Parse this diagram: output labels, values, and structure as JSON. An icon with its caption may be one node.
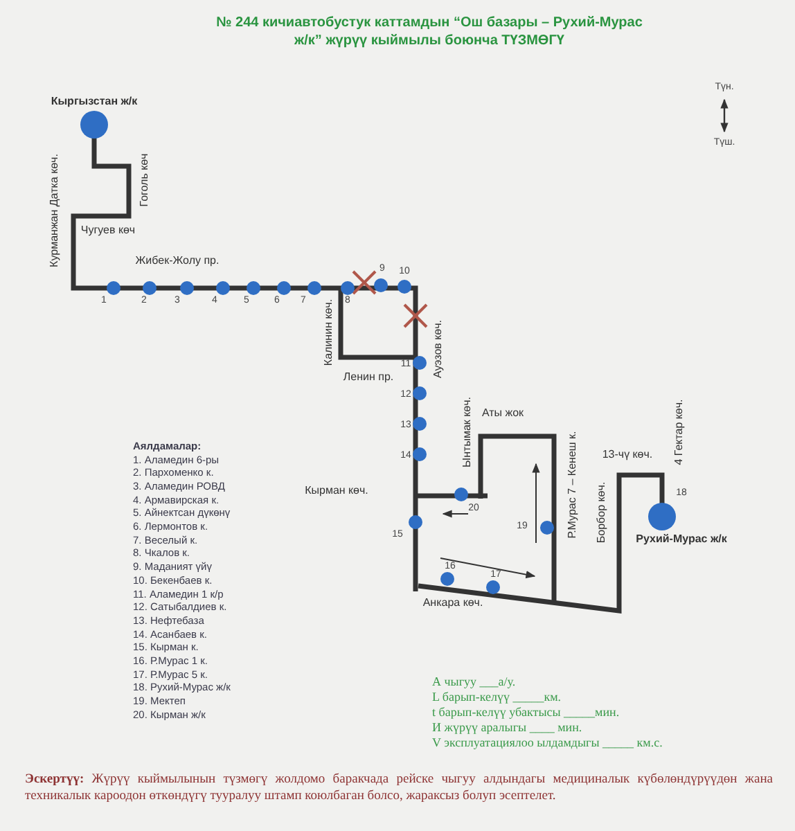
{
  "diagram": {
    "title": "№ 244 кичиавтобустук каттамдын “Ош базары – Рухий-Мурас ж/к” жүрүү кыймылы боюнча ТҮЗМӨГҮ",
    "nodes": [
      {
        "text": [
          "Кыргызстан ж/к"
        ]
      },
      {
        "text": [],
        "shape": "circle",
        "beside": [
          "1"
        ]
      },
      {
        "text": [],
        "shape": "circle",
        "beside": [
          "2"
        ]
      },
      {
        "text": [],
        "shape": "circle",
        "beside": [
          "3"
        ]
      },
      {
        "text": [],
        "shape": "circle",
        "beside": [
          "4"
        ]
      },
      {
        "text": [],
        "shape": "circle",
        "beside": [
          "5"
        ]
      },
      {
        "text": [],
        "shape": "circle",
        "beside": [
          "6"
        ]
      },
      {
        "text": [],
        "shape": "circle",
        "beside": [
          "7"
        ]
      },
      {
        "text": [],
        "shape": "circle",
        "beside": [
          "8"
        ]
      },
      {
        "text": [],
        "shape": "circle",
        "beside": [
          "9"
        ]
      },
      {
        "text": [],
        "shape": "circle",
        "beside": [
          "10"
        ]
      },
      {
        "text": [],
        "shape": "circle",
        "beside": [
          "11"
        ]
      },
      {
        "text": [],
        "shape": "circle",
        "beside": [
          "12"
        ]
      },
      {
        "text": [],
        "shape": "circle",
        "beside": [
          "13"
        ]
      },
      {
        "text": [],
        "shape": "circle",
        "beside": [
          "14"
        ]
      },
      {
        "text": [],
        "shape": "circle",
        "beside": [
          "15"
        ]
      },
      {
        "text": [],
        "shape": "circle",
        "beside": [
          "16"
        ]
      },
      {
        "text": [],
        "shape": "circle",
        "beside": [
          "17"
        ]
      },
      {
        "text": [
          "Рухий-Мурас ж/к"
        ],
        "beside": [
          "18"
        ]
      },
      {
        "text": [],
        "shape": "circle",
        "beside": [
          "19"
        ]
      },
      {
        "text": [],
        "shape": "circle",
        "beside": [
          "20"
        ]
      }
    ],
    "labels": [
      "Түн.",
      "Түш.",
      "Курманжан Датка көч.",
      "Гоголь көч",
      "Чугуев көч",
      "Жибек-Жолу пр.",
      "Калинин көч.",
      "Ауэзов көч.",
      "Ленин пр.",
      "Ынтымак көч.",
      "Аты жок",
      "Р.Мурас 7 – Кенеш к.",
      "13-чү көч.",
      "4 Гектар көч.",
      "Аялдамалар:",
      "1. Аламедин 6-ры",
      "2. Пархоменко к.",
      "3. Аламедин РОВД",
      "4. Армавирская к.",
      "5. Айнектсан дүкөнү",
      "6. Лермонтов к.",
      "7. Веселый к.",
      "8. Чкалов к.",
      "9. Маданият үйү",
      "10. Бекенбаев к.",
      "11. Аламедин 1 к/р",
      "12. Сатыбалдиев к.",
      "13. Нефтебаза",
      "14. Асанбаев к.",
      "15. Кырман к.",
      "16. Р.Мурас 1 к.",
      "17. Р.Мурас 5 к.",
      "18. Рухий-Мурас ж/к",
      "19. Мектеп",
      "20. Кырман ж/к",
      "Кырман көч.",
      "Борбор көч.",
      "Анкара көч.",
      "А чыгуу ___а/у.",
      "L барып-келүү _____км.",
      "t барып-келүү убактысы _____мин.",
      "И жүрүү аралыгы ____ мин.",
      "V эксплуатациялоо ылдамдыгы _____ км.с.",
      "**Эскертүү:** Жүрүү кыймылынын түзмөгү жолдомо баракчада рейске чыгуу алдындагы медициналык күбөлөндүрүүдөн жана техникалык кароодон өткөндүгү тууралуу штамп коюлбаган болсо, жараксыз болуп эсептелет."
    ]
  }
}
